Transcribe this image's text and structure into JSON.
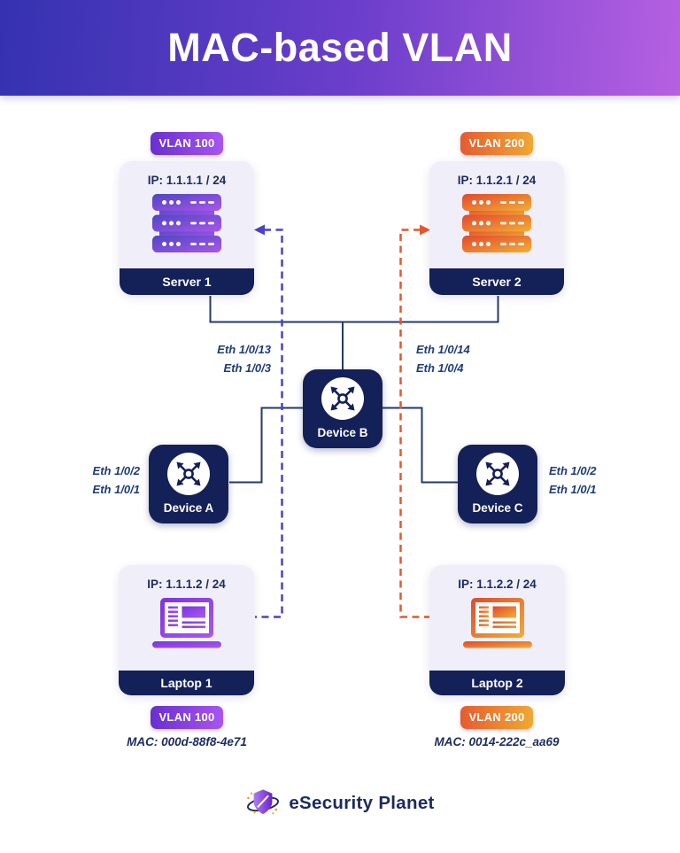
{
  "header": {
    "title": "MAC-based VLAN"
  },
  "palette": {
    "banner_left": "#3432b0",
    "banner_right": "#b660e2",
    "navy": "#142058",
    "card_bg": "#f0eff9",
    "purple_start": "#6a2fd0",
    "purple_end": "#a855f0",
    "orange_start": "#e65b31",
    "orange_end": "#f0a832",
    "dashed_vlan100": "#4a41cc",
    "dashed_vlan200": "#e4582d",
    "wire_navy": "#223a6b"
  },
  "nodes": {
    "server1": {
      "badge": "VLAN 100",
      "ip": "IP: 1.1.1.1 / 24",
      "name": "Server 1"
    },
    "server2": {
      "badge": "VLAN 200",
      "ip": "IP: 1.1.2.1 / 24",
      "name": "Server 2"
    },
    "device_a": {
      "name": "Device A"
    },
    "device_b": {
      "name": "Device B"
    },
    "device_c": {
      "name": "Device C"
    },
    "laptop1": {
      "ip": "IP: 1.1.1.2 / 24",
      "name": "Laptop 1",
      "badge": "VLAN 100",
      "mac": "MAC: 000d-88f8-4e71"
    },
    "laptop2": {
      "ip": "IP: 1.1.2.2 / 24",
      "name": "Laptop 2",
      "badge": "VLAN 200",
      "mac": "MAC: 0014-222c_aa69"
    }
  },
  "ports": {
    "b_left": [
      "Eth 1/0/13",
      "Eth 1/0/3"
    ],
    "b_right": [
      "Eth 1/0/14",
      "Eth 1/0/4"
    ],
    "a_left": [
      "Eth 1/0/2",
      "Eth 1/0/1"
    ],
    "c_right": [
      "Eth 1/0/2",
      "Eth 1/0/1"
    ]
  },
  "icons": {
    "server": "server-stack-icon",
    "switch": "cross-arrows-switch-icon",
    "laptop": "laptop-icon",
    "brand": "shield-orbit-icon"
  },
  "footer": {
    "brand": "eSecurity Planet"
  }
}
